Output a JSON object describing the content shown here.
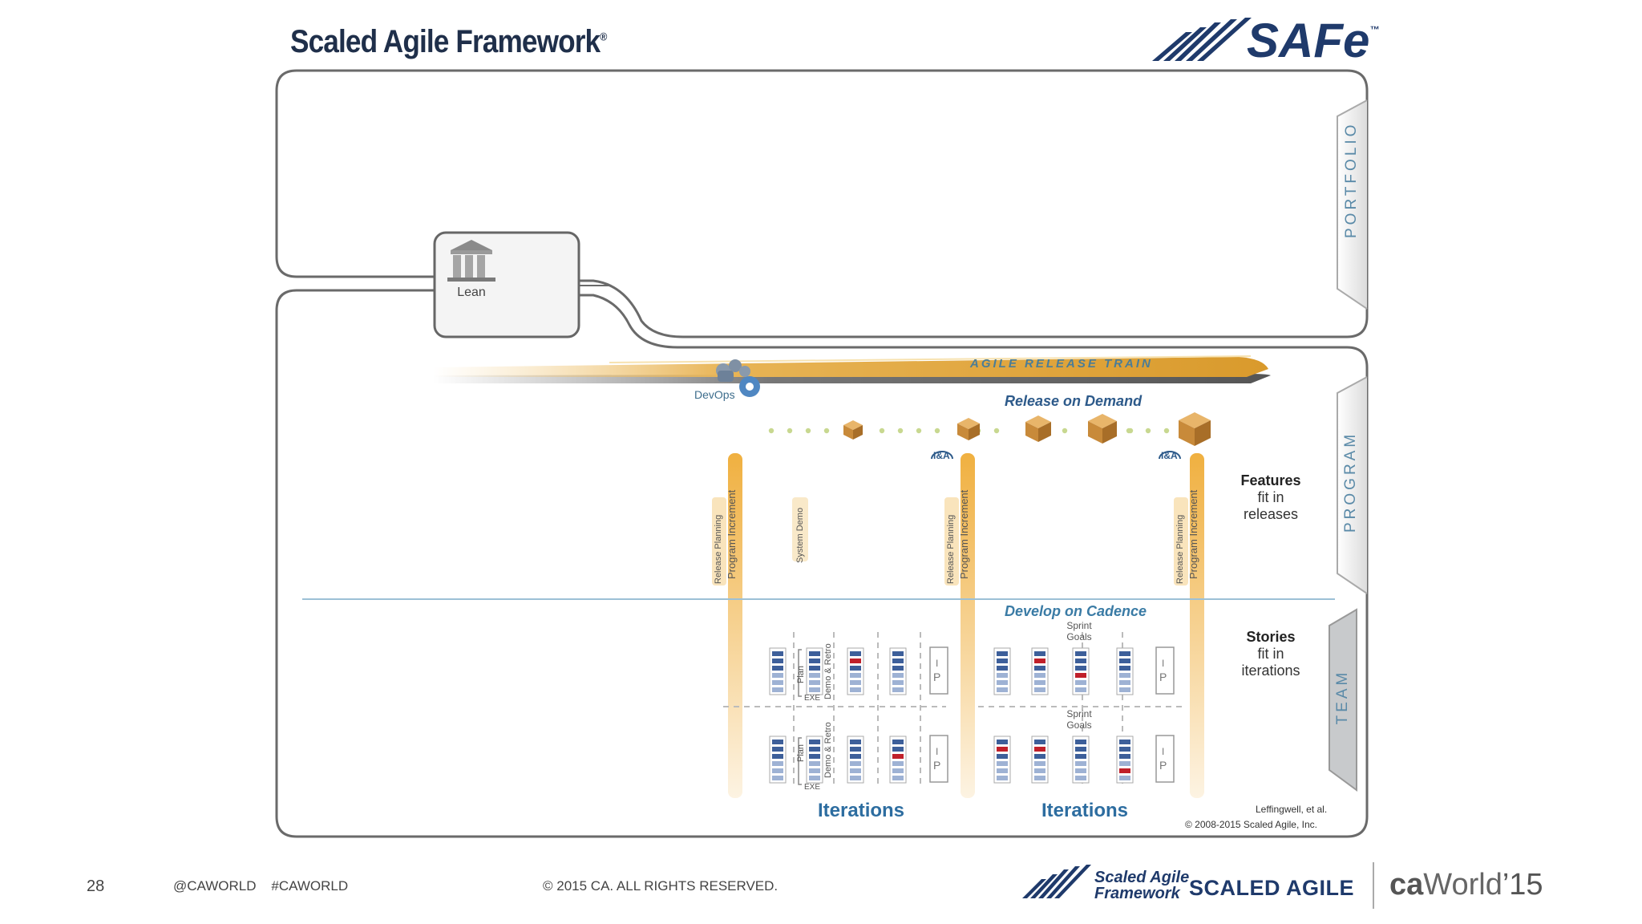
{
  "header": {
    "title": "Scaled Agile Framework",
    "title_mark": "®",
    "logo_text": "SAFe",
    "logo_mark": "™"
  },
  "levels": {
    "portfolio": "PORTFOLIO",
    "program": "PROGRAM",
    "team": "TEAM"
  },
  "lean": {
    "label": "Lean"
  },
  "devops": {
    "label": "DevOps"
  },
  "train": {
    "label": "AGILE RELEASE TRAIN"
  },
  "release_on_demand": "Release  on Demand",
  "develop_on_cadence": "Develop  on Cadence",
  "features": {
    "line1": "Features",
    "line2": "fit in",
    "line3": "releases"
  },
  "stories": {
    "line1": "Stories",
    "line2": "fit in",
    "line3": "iterations"
  },
  "pi_labels": {
    "line1": "Program Increment",
    "line2": "Release Planning"
  },
  "system_demo": "System Demo",
  "ia_label": "I&A",
  "plan_label": "Plan",
  "exe_label": "EXE",
  "demo_retro_label": "Demo  & Retro",
  "sprint_goals": {
    "line1": "Sprint",
    "line2": "Goals"
  },
  "ip": {
    "i": "I",
    "p": "P"
  },
  "iterations_label": "Iterations",
  "credit": {
    "line1": "Leffingwell, et al.",
    "line2": "© 2008-2015  Scaled Agile, Inc."
  },
  "footer": {
    "page_number": "28",
    "handles": "@CAWORLD    #CAWORLD",
    "copyright": "© 2015 CA. ALL RIGHTS RESERVED.",
    "saf_logo_line1": "Scaled Agile",
    "saf_logo_line2": "Framework",
    "scaled_agile": "SCALED AGILE",
    "ca_world_ca": "ca",
    "ca_world_world": "World",
    "ca_world_year": "’15"
  },
  "colors": {
    "navy": "#1f3a6b",
    "frame": "#6a6a6a",
    "orange": "#f0b040",
    "teal": "#5a8aa8",
    "backlog_blue": "#3d5f9a",
    "backlog_red": "#c0202a"
  }
}
